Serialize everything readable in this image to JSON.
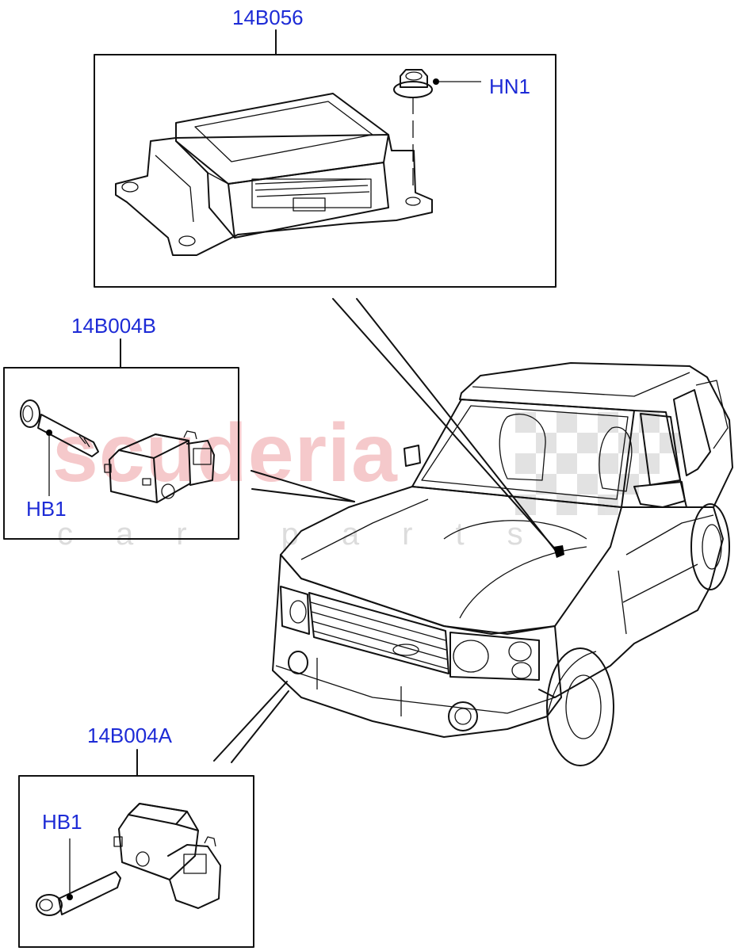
{
  "callouts": {
    "module_part": "14B056",
    "nut_part": "HN1",
    "side_sensor_part": "14B004B",
    "side_bolt_part": "HB1",
    "front_sensor_part": "14B004A",
    "front_bolt_part": "HB1"
  },
  "watermark": {
    "brand": "scuderia",
    "sub": "car parts"
  }
}
